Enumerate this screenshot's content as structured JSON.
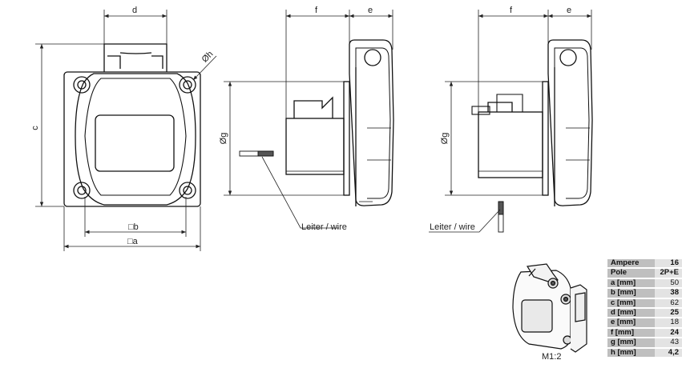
{
  "dimension_labels": {
    "d": "d",
    "c": "c",
    "h": "Øh",
    "a": "□a",
    "b": "□b",
    "f": "f",
    "e": "e",
    "g": "Øg"
  },
  "wire_label": "Leiter / wire",
  "scale_label": "M1:2",
  "spec_table": [
    {
      "key": "Ampere",
      "value": "16",
      "bold": true
    },
    {
      "key": "Pole",
      "value": "2P+E",
      "bold": true
    },
    {
      "key": "a [mm]",
      "value": "50",
      "bold": false
    },
    {
      "key": "b [mm]",
      "value": "38",
      "bold": true
    },
    {
      "key": "c [mm]",
      "value": "62",
      "bold": false
    },
    {
      "key": "d [mm]",
      "value": "25",
      "bold": true
    },
    {
      "key": "e [mm]",
      "value": "18",
      "bold": false
    },
    {
      "key": "f [mm]",
      "value": "24",
      "bold": true
    },
    {
      "key": "g [mm]",
      "value": "43",
      "bold": false
    },
    {
      "key": "h [mm]",
      "value": "4,2",
      "bold": true
    }
  ]
}
